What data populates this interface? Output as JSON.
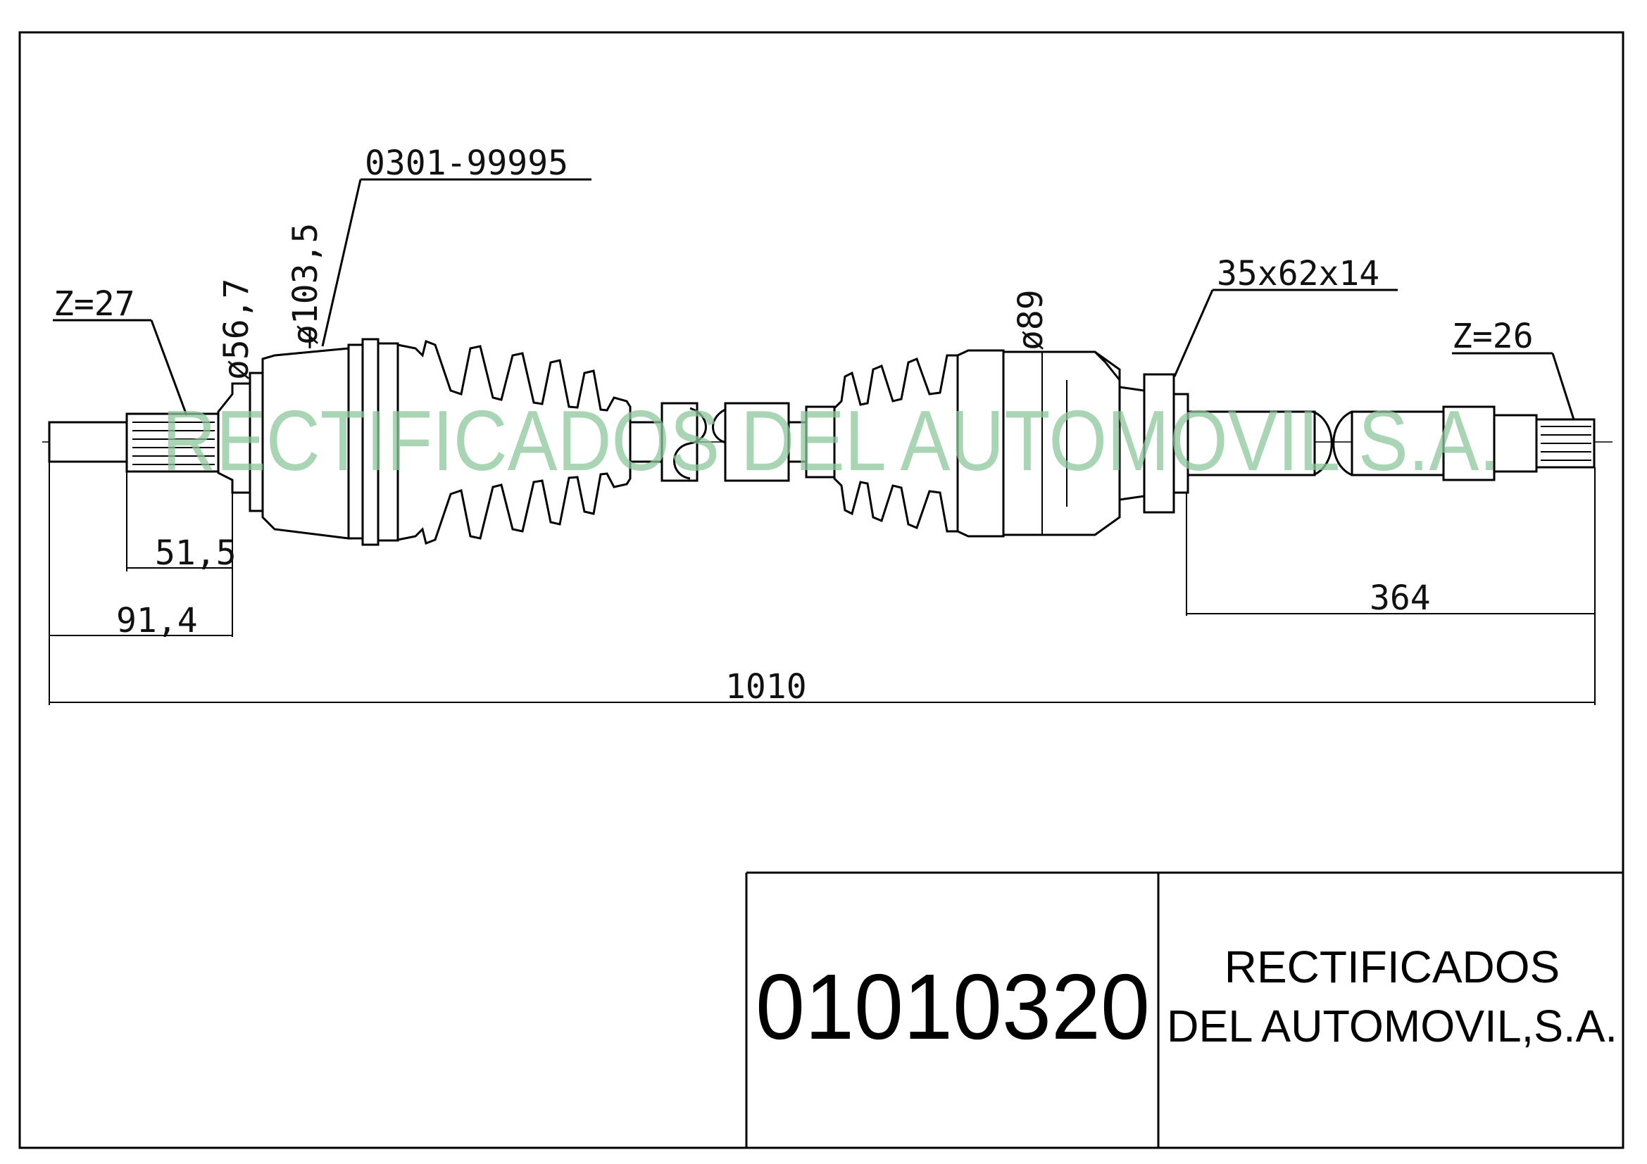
{
  "labels": {
    "teeth_left": "Z=27",
    "teeth_right": "Z=26",
    "diameter_a": "ø56,7",
    "diameter_b": "ø103,5",
    "diameter_c": "ø89",
    "boot_ref": "0301-99995",
    "bearing": "35x62x14"
  },
  "dimensions": {
    "d1": "51,5",
    "d2": "91,4",
    "d3": "364",
    "overall": "1010"
  },
  "title_block": {
    "part_number": "01010320",
    "company_line1": "RECTIFICADOS",
    "company_line2": "DEL AUTOMOVIL,S.A."
  },
  "watermark": "RECTIFICADOS DEL AUTOMOVIL S.A."
}
